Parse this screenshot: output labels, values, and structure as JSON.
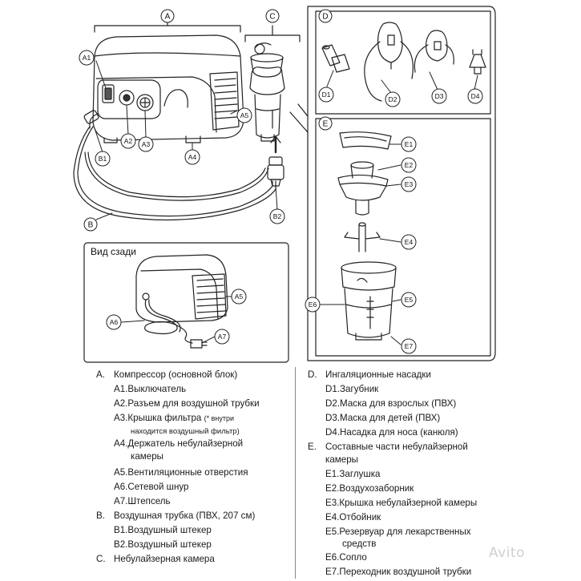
{
  "markers": {
    "A": "A",
    "A1": "A1",
    "A2": "A2",
    "A3": "A3",
    "A4": "A4",
    "A5": "A5",
    "B": "B",
    "B1": "B1",
    "B2": "B2",
    "C": "C",
    "D": "D",
    "D1": "D1",
    "D2": "D2",
    "D3": "D3",
    "D4": "D4",
    "E": "E",
    "E1": "E1",
    "E2": "E2",
    "E3": "E3",
    "E4": "E4",
    "E5": "E5",
    "E6": "E6",
    "E7": "E7",
    "rear_A5": "A5",
    "rear_A6": "A6",
    "rear_A7": "A7"
  },
  "rear_view_title": "Вид сзади",
  "legend": {
    "A": {
      "key": "A.",
      "text": "Компрессор (основной блок)"
    },
    "A1": {
      "key": "A1.",
      "text": "Выключатель"
    },
    "A2": {
      "key": "A2.",
      "text": "Разъем для воздушной трубки"
    },
    "A3": {
      "key": "A3.",
      "text": "Крышка фильтра",
      "note": "(* внутри"
    },
    "A3b": {
      "text": "находится воздушный фильтр)"
    },
    "A4": {
      "key": "A4.",
      "text": "Держатель небулайзерной"
    },
    "A4b": {
      "text": "камеры"
    },
    "A5": {
      "key": "A5.",
      "text": "Вентиляционные отверстия"
    },
    "A6": {
      "key": "A6.",
      "text": "Сетевой шнур"
    },
    "A7": {
      "key": "A7.",
      "text": "Штепсель"
    },
    "B": {
      "key": "B.",
      "text": "Воздушная трубка (ПВХ, 207 см)"
    },
    "B1": {
      "key": "B1.",
      "text": "Воздушный штекер"
    },
    "B2": {
      "key": "B2.",
      "text": "Воздушный штекер"
    },
    "C": {
      "key": "C.",
      "text": "Небулайзерная камера"
    },
    "D": {
      "key": "D.",
      "text": "Ингаляционные насадки"
    },
    "D1": {
      "key": "D1.",
      "text": "Загубник"
    },
    "D2": {
      "key": "D2.",
      "text": "Маска для взрослых (ПВХ)"
    },
    "D3": {
      "key": "D3.",
      "text": "Маска для детей (ПВХ)"
    },
    "D4": {
      "key": "D4.",
      "text": "Насадка для носа (канюля)"
    },
    "E": {
      "key": "E.",
      "text": "Составные части небулайзерной"
    },
    "Eb": {
      "text": "камеры"
    },
    "E1": {
      "key": "E1.",
      "text": "Заглушка"
    },
    "E2": {
      "key": "E2.",
      "text": "Воздухозаборник"
    },
    "E3": {
      "key": "E3.",
      "text": "Крышка небулайзерной камеры"
    },
    "E4": {
      "key": "E4.",
      "text": "Отбойник"
    },
    "E5": {
      "key": "E5.",
      "text": "Резервуар для лекарственных"
    },
    "E5b": {
      "text": "средств"
    },
    "E6": {
      "key": "E6.",
      "text": "Сопло"
    },
    "E7": {
      "key": "E7.",
      "text": "Переходник воздушной трубки"
    }
  },
  "watermark": "Avito"
}
